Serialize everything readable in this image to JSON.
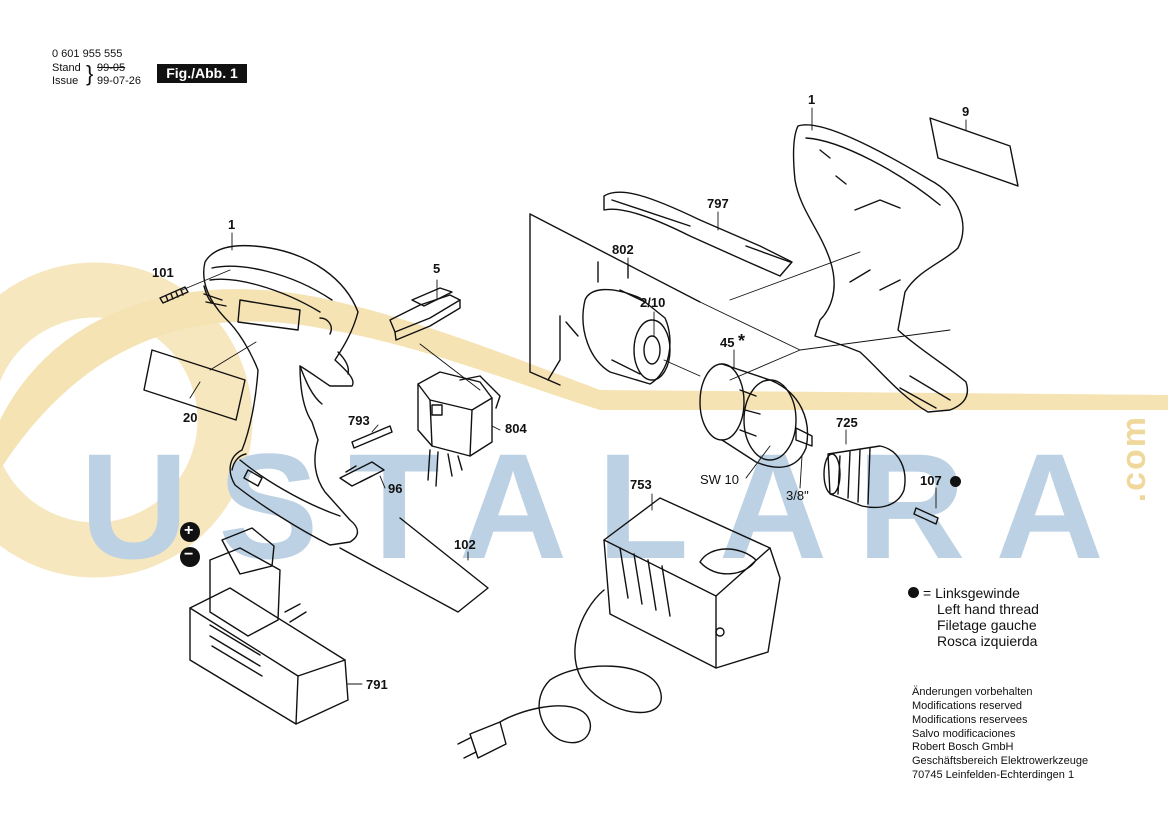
{
  "header": {
    "part_number": "0 601 955 555",
    "stand_label": "Stand",
    "stand_value": "99-05",
    "issue_label": "Issue",
    "issue_value": "99-07-26",
    "figure_label": "Fig./Abb. 1"
  },
  "watermark": {
    "text": "USTALARA",
    "suffix": ".com",
    "color_blue": "#bcd1e3",
    "color_orange": "#f6e3b4"
  },
  "callouts": {
    "c1_housing_left": "1",
    "c1_housing_right": "1",
    "c9": "9",
    "c101": "101",
    "c5": "5",
    "c20": "20",
    "c793": "793",
    "c804": "804",
    "c96": "96",
    "c102": "102",
    "c797": "797",
    "c802": "802",
    "c2_10": "2/10",
    "c45": "45",
    "c725": "725",
    "c107": "107",
    "csw10": "SW 10",
    "c3_8": "3/8\"",
    "c753": "753",
    "c791": "791",
    "plus": "+",
    "minus": "−"
  },
  "legend": {
    "marker": "= Linksgewinde",
    "line2": "Left hand thread",
    "line3": "Filetage gauche",
    "line4": "Rosca izquierda"
  },
  "notes": {
    "line1": "Änderungen vorbehalten",
    "line2": "Modifications reserved",
    "line3": "Modifications reservees",
    "line4": "Salvo modificaciones",
    "company": "Robert Bosch GmbH",
    "division": "Geschäftsbereich Elektrowerkzeuge",
    "address": "70745 Leinfelden-Echterdingen 1"
  }
}
